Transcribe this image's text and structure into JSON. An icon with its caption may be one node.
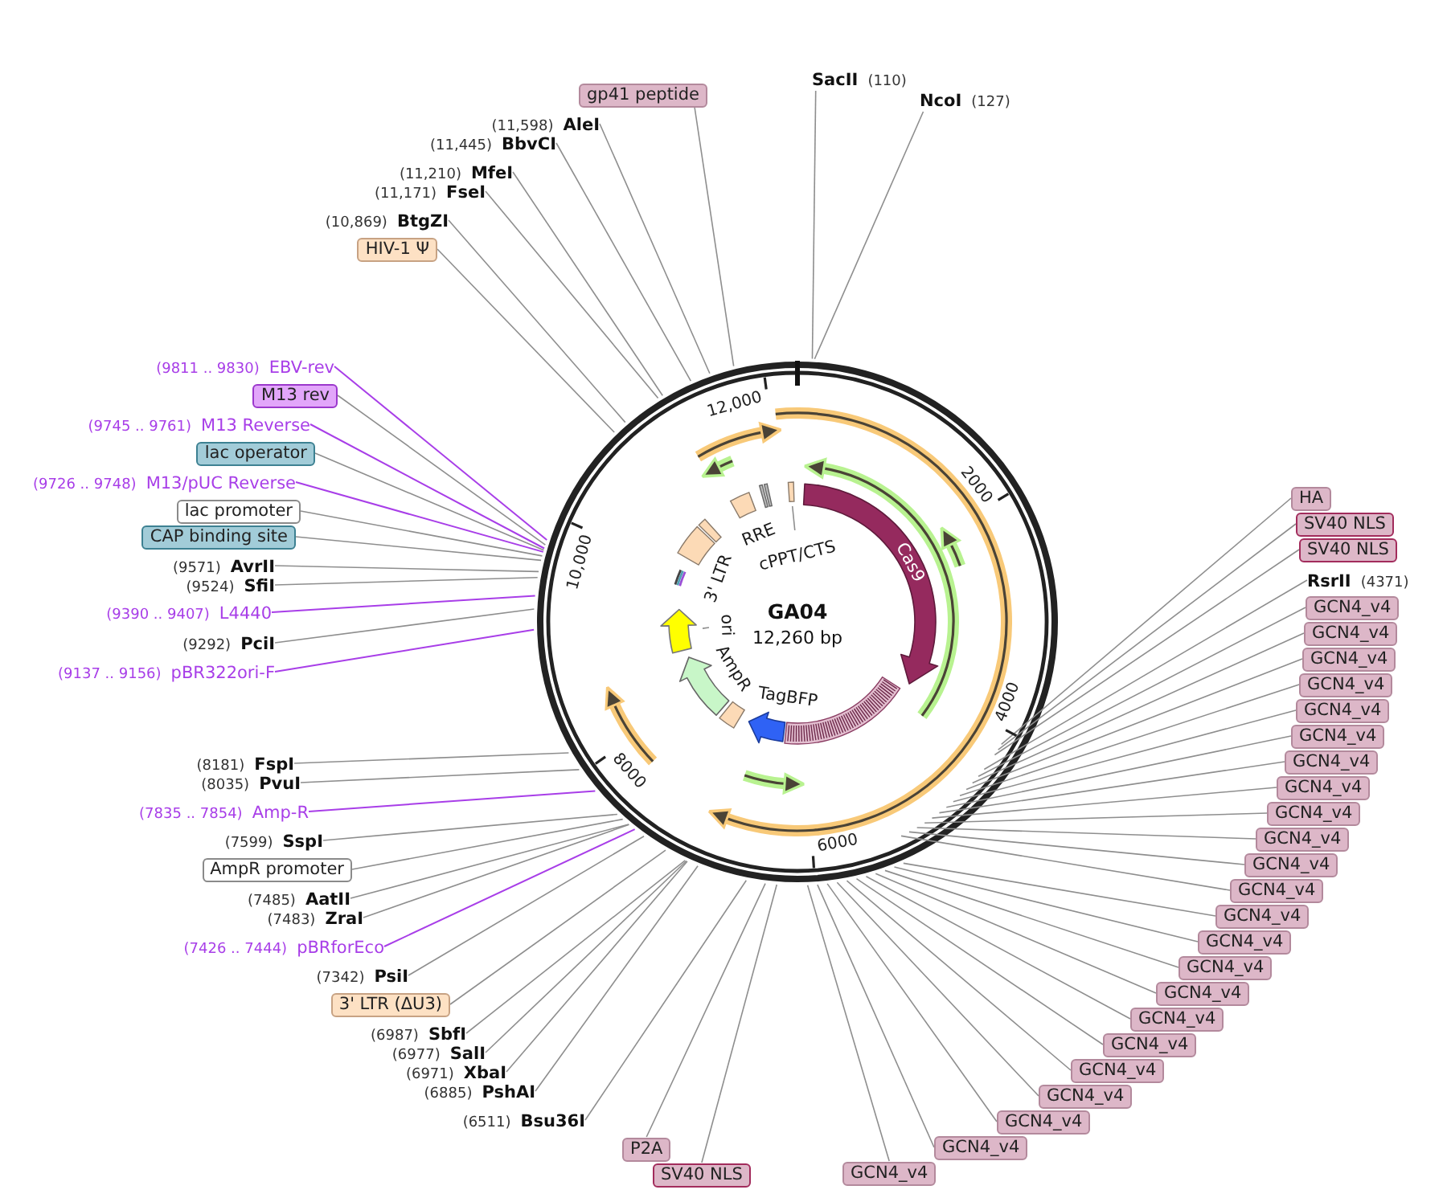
{
  "diagram": {
    "title": "GA04",
    "nodes": [
      {
        "text": [
          "gp41 peptide"
        ]
      },
      {
        "text": [
          "SacII",
          "(110)"
        ]
      },
      {
        "text": [
          "NcoI",
          "(127)"
        ]
      },
      {
        "text": [
          "(11,598)",
          "AleI"
        ]
      },
      {
        "text": [
          "(11,445)",
          "BbvCI"
        ]
      },
      {
        "text": [
          "(11,210)",
          "MfeI"
        ]
      },
      {
        "text": [
          "(11,171)",
          "FseI"
        ]
      },
      {
        "text": [
          "(10,869)",
          "BtgZI"
        ]
      },
      {
        "text": [
          "HIV-1 Ψ"
        ]
      },
      {
        "text": [
          "(9811 .. 9830)",
          "EBV-rev"
        ]
      },
      {
        "text": [
          "M13 rev"
        ]
      },
      {
        "text": [
          "(9745 .. 9761)",
          "M13 Reverse"
        ]
      },
      {
        "text": [
          "lac operator"
        ]
      },
      {
        "text": [
          "(9726 .. 9748)",
          "M13/pUC Reverse"
        ]
      },
      {
        "text": [
          "lac promoter"
        ]
      },
      {
        "text": [
          "CAP binding site"
        ]
      },
      {
        "text": [
          "(9571)",
          "AvrII"
        ]
      },
      {
        "text": [
          "(9524)",
          "SfiI"
        ]
      },
      {
        "text": [
          "(9390 .. 9407)",
          "L4440"
        ]
      },
      {
        "text": [
          "(9292)",
          "PciI"
        ]
      },
      {
        "text": [
          "(9137 .. 9156)",
          "pBR322ori-F"
        ]
      },
      {
        "text": [
          "(8181)",
          "FspI"
        ]
      },
      {
        "text": [
          "(8035)",
          "PvuI"
        ]
      },
      {
        "text": [
          "(7835 .. 7854)",
          "Amp-R"
        ]
      },
      {
        "text": [
          "(7599)",
          "SspI"
        ]
      },
      {
        "text": [
          "AmpR promoter"
        ]
      },
      {
        "text": [
          "(7485)",
          "AatII"
        ]
      },
      {
        "text": [
          "(7483)",
          "ZraI"
        ]
      },
      {
        "text": [
          "(7426 .. 7444)",
          "pBRforEco"
        ]
      },
      {
        "text": [
          "(7342)",
          "PsiI"
        ]
      },
      {
        "text": [
          "3' LTR (ΔU3)"
        ]
      },
      {
        "text": [
          "(6987)",
          "SbfI"
        ]
      },
      {
        "text": [
          "(6977)",
          "SalI"
        ]
      },
      {
        "text": [
          "(6971)",
          "XbaI"
        ]
      },
      {
        "text": [
          "(6885)",
          "PshAI"
        ]
      },
      {
        "text": [
          "(6511)",
          "Bsu36I"
        ]
      },
      {
        "text": [
          "P2A"
        ]
      },
      {
        "text": [
          "SV40 NLS"
        ]
      },
      {
        "text": [
          "HA"
        ]
      },
      {
        "text": [
          "SV40 NLS"
        ]
      },
      {
        "text": [
          "SV40 NLS"
        ]
      },
      {
        "text": [
          "RsrII",
          "(4371)"
        ]
      },
      {
        "text": [
          "GCN4_v4"
        ]
      },
      {
        "text": [
          "GCN4_v4"
        ]
      },
      {
        "text": [
          "GCN4_v4"
        ]
      },
      {
        "text": [
          "GCN4_v4"
        ]
      },
      {
        "text": [
          "GCN4_v4"
        ]
      },
      {
        "text": [
          "GCN4_v4"
        ]
      },
      {
        "text": [
          "GCN4_v4"
        ]
      },
      {
        "text": [
          "GCN4_v4"
        ]
      },
      {
        "text": [
          "GCN4_v4"
        ]
      },
      {
        "text": [
          "GCN4_v4"
        ]
      },
      {
        "text": [
          "GCN4_v4"
        ]
      },
      {
        "text": [
          "GCN4_v4"
        ]
      },
      {
        "text": [
          "GCN4_v4"
        ]
      },
      {
        "text": [
          "GCN4_v4"
        ]
      },
      {
        "text": [
          "GCN4_v4"
        ]
      },
      {
        "text": [
          "GCN4_v4"
        ]
      },
      {
        "text": [
          "GCN4_v4"
        ]
      },
      {
        "text": [
          "GCN4_v4"
        ]
      },
      {
        "text": [
          "GCN4_v4"
        ]
      },
      {
        "text": [
          "GCN4_v4"
        ]
      },
      {
        "text": [
          "GCN4_v4"
        ]
      },
      {
        "text": [
          "GCN4_v4"
        ]
      },
      {
        "text": [
          "GCN4_v4"
        ]
      },
      {
        "text": [],
        "shape": "arrow"
      },
      {
        "text": [],
        "shape": "arrow"
      },
      {
        "text": [],
        "shape": "arrow"
      },
      {
        "text": [],
        "shape": "arrow"
      },
      {
        "text": [],
        "shape": "box"
      },
      {
        "text": [
          "RRE"
        ]
      },
      {
        "text": [],
        "shape": "box"
      },
      {
        "text": [
          "cPPT/CTS"
        ]
      },
      {
        "text": [
          "Cas9"
        ]
      },
      {
        "text": [],
        "shape": "arrow"
      },
      {
        "text": [
          "3' LTR"
        ]
      },
      {
        "text": [],
        "shape": "box"
      },
      {
        "text": [],
        "shape": "arrow"
      },
      {
        "text": [
          "ori"
        ]
      },
      {
        "text": [
          "AmpR"
        ]
      },
      {
        "text": [],
        "shape": "arrow"
      },
      {
        "text": [],
        "shape": "box"
      },
      {
        "text": [
          "TagBFP"
        ]
      },
      {
        "text": [],
        "shape": "bar"
      },
      {
        "text": [],
        "shape": "arrow"
      }
    ],
    "edges": [
      {
        "from": 0,
        "to": null,
        "arrow": "none"
      },
      {
        "from": 1,
        "to": null,
        "arrow": "none"
      },
      {
        "from": 2,
        "to": null,
        "arrow": "none"
      },
      {
        "from": 3,
        "to": null,
        "arrow": "none"
      },
      {
        "from": 4,
        "to": null,
        "arrow": "none"
      },
      {
        "from": 5,
        "to": null,
        "arrow": "none"
      },
      {
        "from": 6,
        "to": null,
        "arrow": "none"
      },
      {
        "from": 7,
        "to": null,
        "arrow": "none"
      },
      {
        "from": 8,
        "to": null,
        "arrow": "none"
      },
      {
        "from": 9,
        "to": null,
        "arrow": "none",
        "color": "#a83ee8"
      },
      {
        "from": 10,
        "to": null,
        "arrow": "none"
      },
      {
        "from": 11,
        "to": null,
        "arrow": "none",
        "color": "#a83ee8"
      },
      {
        "from": 12,
        "to": null,
        "arrow": "none"
      },
      {
        "from": 13,
        "to": null,
        "arrow": "none",
        "color": "#a83ee8"
      },
      {
        "from": 14,
        "to": null,
        "arrow": "none"
      },
      {
        "from": 15,
        "to": null,
        "arrow": "none"
      },
      {
        "from": 16,
        "to": null,
        "arrow": "none"
      },
      {
        "from": 17,
        "to": null,
        "arrow": "none"
      },
      {
        "from": 18,
        "to": null,
        "arrow": "none",
        "color": "#a83ee8"
      },
      {
        "from": 19,
        "to": null,
        "arrow": "none"
      },
      {
        "from": 20,
        "to": null,
        "arrow": "none",
        "color": "#a83ee8"
      },
      {
        "from": 21,
        "to": null,
        "arrow": "none"
      },
      {
        "from": 22,
        "to": null,
        "arrow": "none"
      },
      {
        "from": 23,
        "to": null,
        "arrow": "none",
        "color": "#a83ee8"
      },
      {
        "from": 24,
        "to": null,
        "arrow": "none"
      },
      {
        "from": 25,
        "to": null,
        "arrow": "none"
      },
      {
        "from": 26,
        "to": null,
        "arrow": "none"
      },
      {
        "from": 27,
        "to": null,
        "arrow": "none"
      },
      {
        "from": 28,
        "to": null,
        "arrow": "none",
        "color": "#a83ee8"
      },
      {
        "from": 29,
        "to": null,
        "arrow": "none"
      },
      {
        "from": 30,
        "to": null,
        "arrow": "none"
      },
      {
        "from": 31,
        "to": null,
        "arrow": "none"
      },
      {
        "from": 32,
        "to": null,
        "arrow": "none"
      },
      {
        "from": 33,
        "to": null,
        "arrow": "none"
      },
      {
        "from": 34,
        "to": null,
        "arrow": "none"
      },
      {
        "from": 35,
        "to": null,
        "arrow": "none"
      },
      {
        "from": 36,
        "to": null,
        "arrow": "none"
      },
      {
        "from": 37,
        "to": null,
        "arrow": "none"
      },
      {
        "from": 38,
        "to": null,
        "arrow": "none"
      },
      {
        "from": 39,
        "to": null,
        "arrow": "none"
      },
      {
        "from": 40,
        "to": null,
        "arrow": "none"
      },
      {
        "from": 41,
        "to": null,
        "arrow": "none"
      },
      {
        "from": 42,
        "to": null,
        "arrow": "none"
      },
      {
        "from": 43,
        "to": null,
        "arrow": "none"
      },
      {
        "from": 44,
        "to": null,
        "arrow": "none"
      },
      {
        "from": 45,
        "to": null,
        "arrow": "none"
      },
      {
        "from": 46,
        "to": null,
        "arrow": "none"
      },
      {
        "from": 47,
        "to": null,
        "arrow": "none"
      },
      {
        "from": 48,
        "to": null,
        "arrow": "none"
      },
      {
        "from": 49,
        "to": null,
        "arrow": "none"
      },
      {
        "from": 50,
        "to": null,
        "arrow": "none"
      },
      {
        "from": 51,
        "to": null,
        "arrow": "none"
      },
      {
        "from": 52,
        "to": null,
        "arrow": "none"
      },
      {
        "from": 53,
        "to": null,
        "arrow": "none"
      },
      {
        "from": 54,
        "to": null,
        "arrow": "none"
      },
      {
        "from": 55,
        "to": null,
        "arrow": "none"
      },
      {
        "from": 56,
        "to": null,
        "arrow": "none"
      },
      {
        "from": 57,
        "to": null,
        "arrow": "none"
      },
      {
        "from": 58,
        "to": null,
        "arrow": "none"
      },
      {
        "from": 59,
        "to": null,
        "arrow": "none"
      },
      {
        "from": 60,
        "to": null,
        "arrow": "none"
      },
      {
        "from": 61,
        "to": null,
        "arrow": "none"
      },
      {
        "from": 62,
        "to": null,
        "arrow": "none"
      },
      {
        "from": 63,
        "to": null,
        "arrow": "none"
      },
      {
        "from": 64,
        "to": null,
        "arrow": "none"
      },
      {
        "from": 72,
        "to": 71,
        "arrow": "none"
      },
      {
        "from": 78,
        "to": 77,
        "arrow": "none"
      }
    ],
    "labels": [
      "12,000",
      "2000",
      "10,000",
      "12,260 bp",
      "4000",
      "8000",
      "6000"
    ]
  }
}
